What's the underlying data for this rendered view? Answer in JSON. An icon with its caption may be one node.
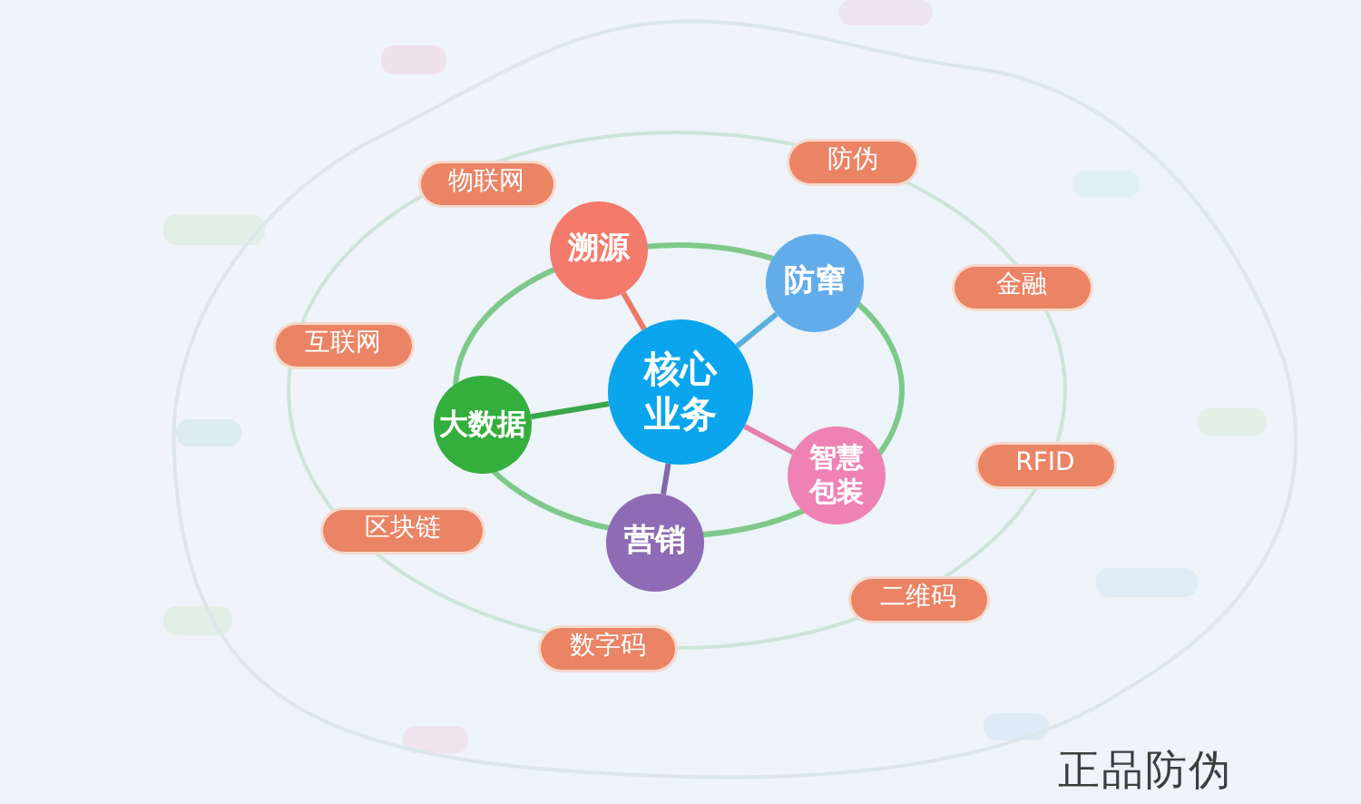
{
  "diagram": {
    "title": "正品防伪",
    "nodes": [
      {
        "text": [
          "核心业务"
        ]
      },
      {
        "text": [
          "溯源"
        ]
      },
      {
        "text": [
          "防窜"
        ]
      },
      {
        "text": [
          "大数据"
        ]
      },
      {
        "text": [
          "智慧包装"
        ]
      },
      {
        "text": [
          "营销"
        ]
      },
      {
        "text": [
          "防伪"
        ]
      },
      {
        "text": [
          "物联网"
        ]
      },
      {
        "text": [
          "金融"
        ]
      },
      {
        "text": [
          "互联网"
        ]
      },
      {
        "text": [
          "RFID"
        ]
      },
      {
        "text": [
          "区块链"
        ]
      },
      {
        "text": [
          "二维码"
        ]
      },
      {
        "text": [
          "数字码"
        ]
      }
    ],
    "edges": [
      {
        "from": 0,
        "to": 1,
        "arrow": "none",
        "color": "#ee7867"
      },
      {
        "from": 0,
        "to": 2,
        "arrow": "none",
        "color": "#5aafe0"
      },
      {
        "from": 0,
        "to": 3,
        "arrow": "none",
        "color": "#3aa64a"
      },
      {
        "from": 0,
        "to": 4,
        "arrow": "none",
        "color": "#e57fad"
      },
      {
        "from": 0,
        "to": 5,
        "arrow": "none",
        "color": "#8468ae"
      }
    ]
  }
}
